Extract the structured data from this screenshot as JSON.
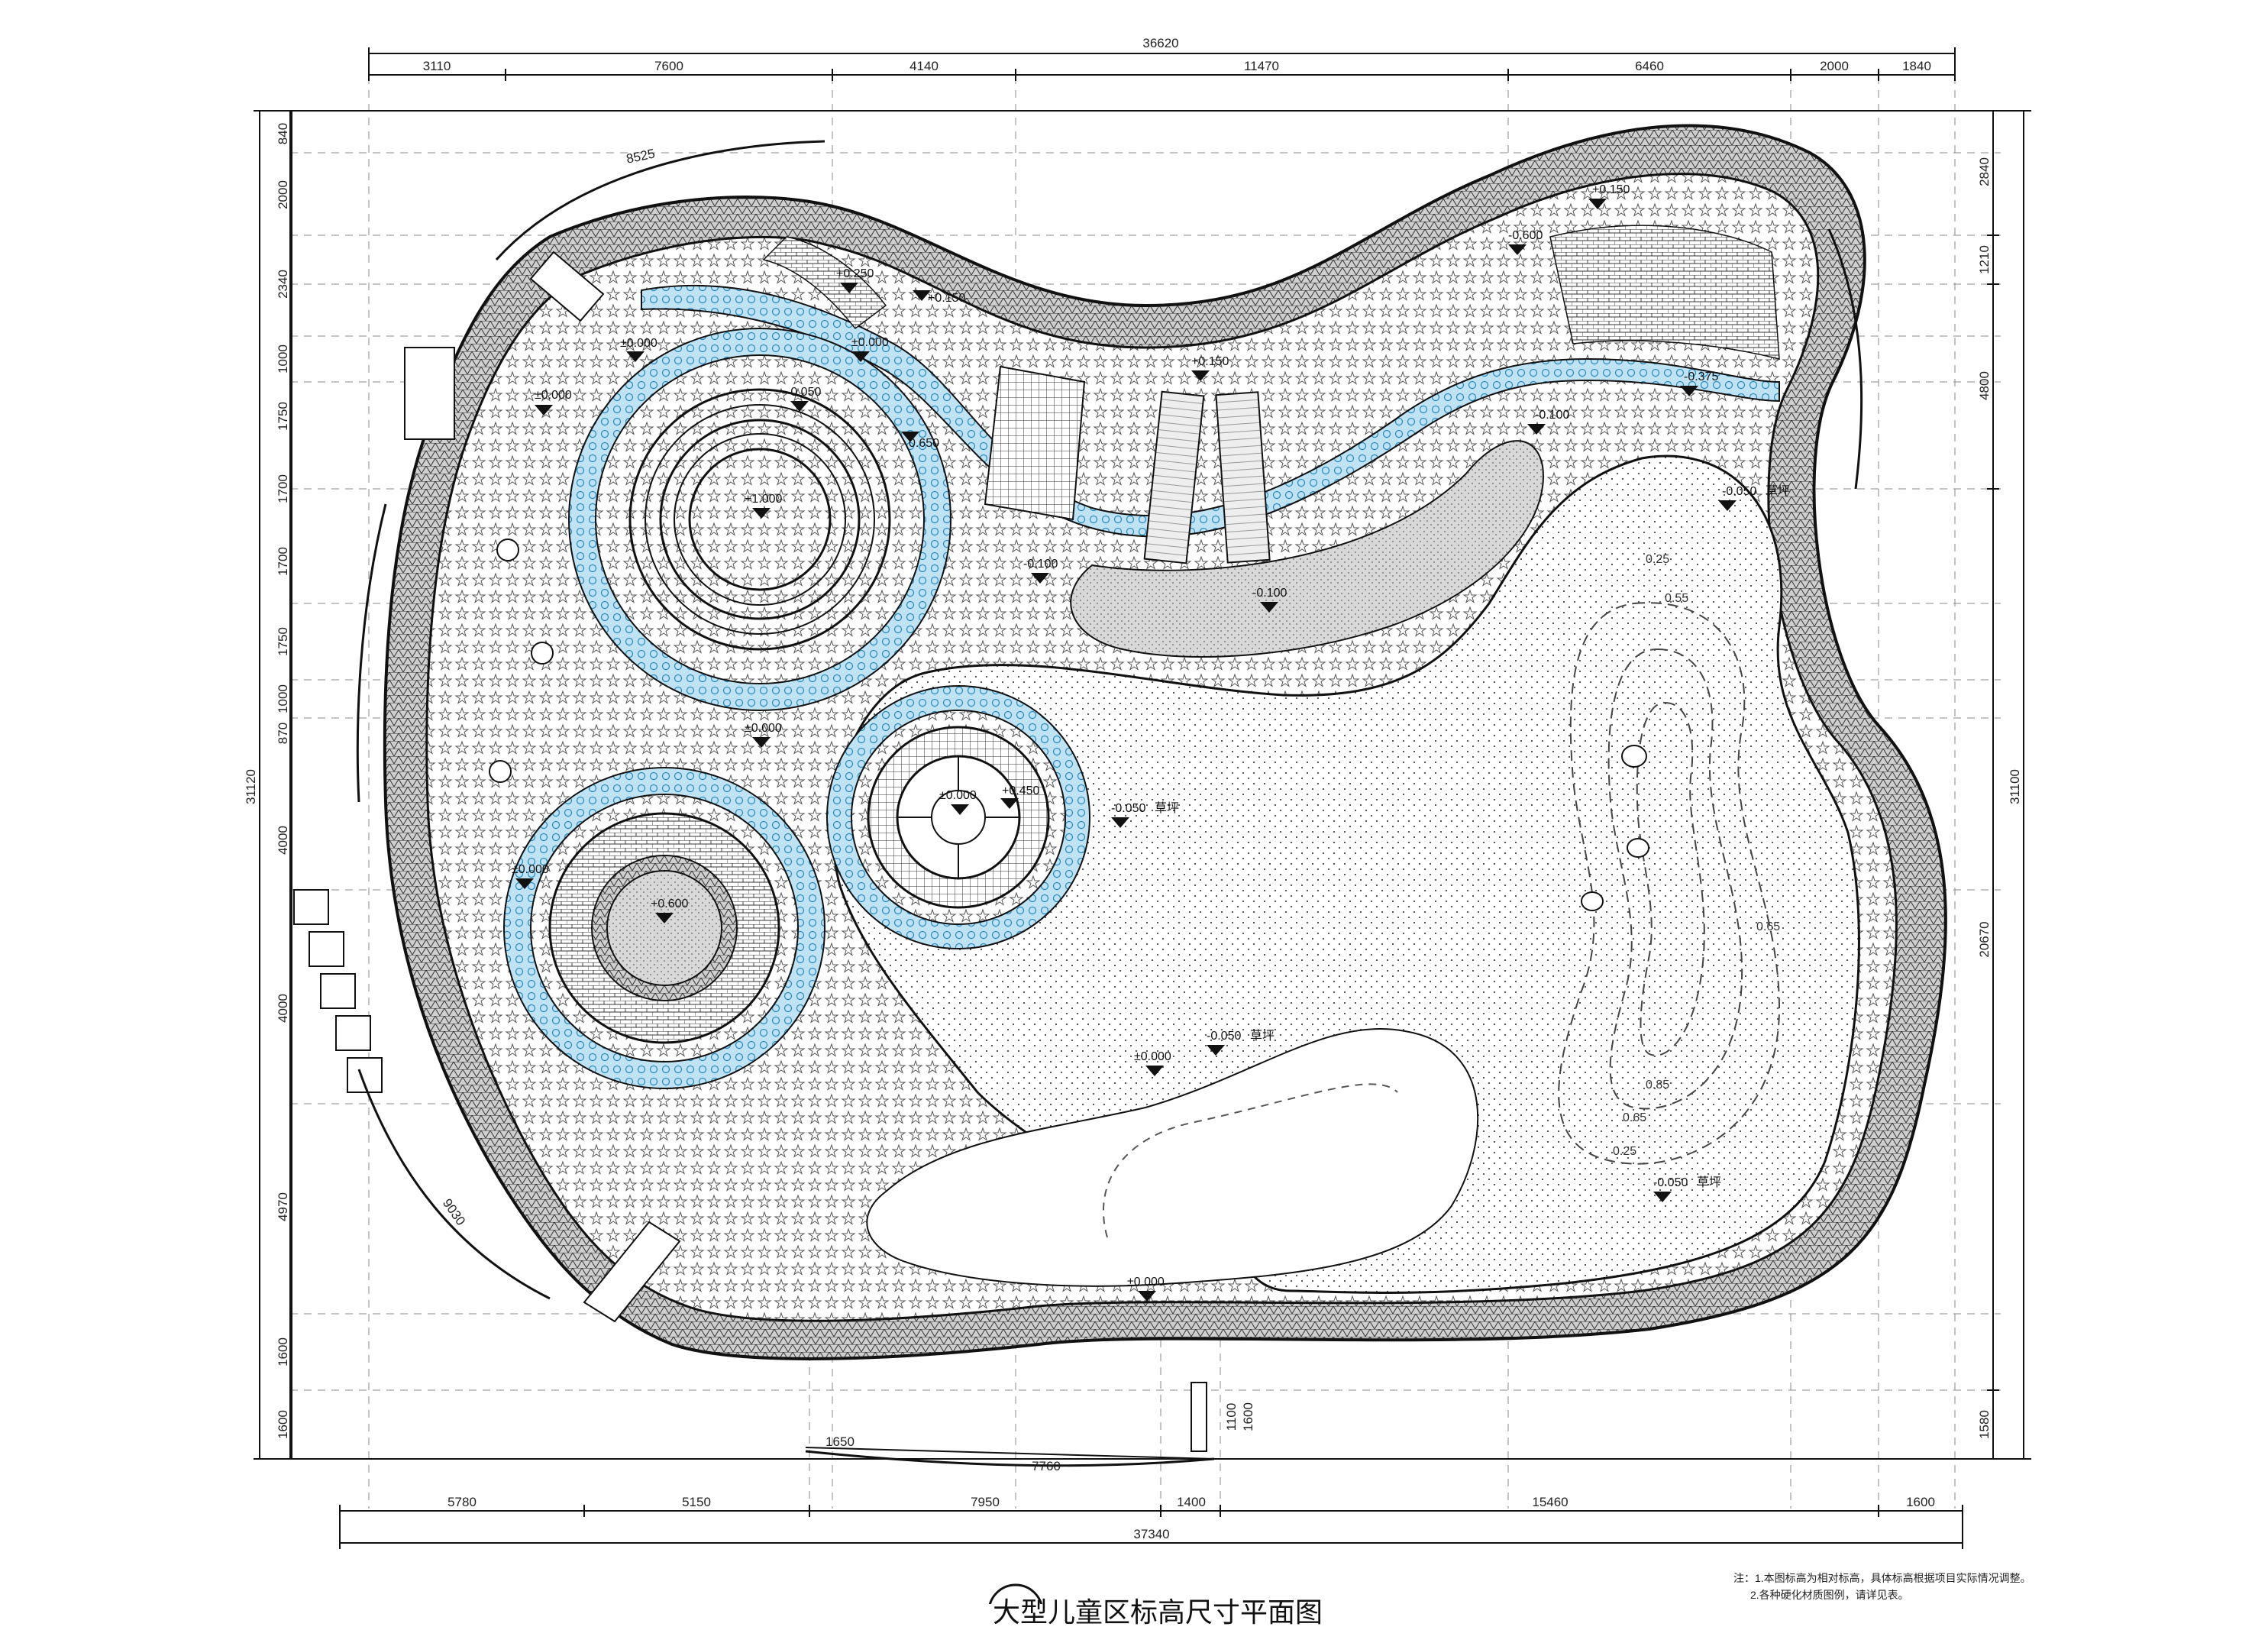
{
  "title": "大型儿童区标高尺寸平面图",
  "notes": [
    "注：1.本图标高为相对标高，具体标高根据项目实际情况调整。",
    "2.各种硬化材质图例，请详见表。"
  ],
  "dimensions": {
    "top_total": "36620",
    "top_segments": [
      "3110",
      "7600",
      "4140",
      "11470",
      "6460",
      "2000",
      "1840"
    ],
    "bottom_total": "37340",
    "bottom_segments": [
      "5780",
      "5150",
      "7950",
      "1400",
      "15460",
      "1600"
    ],
    "left_total": "31120",
    "left_segments": [
      "840",
      "2000",
      "2340",
      "1000",
      "1750",
      "1700",
      "1700",
      "1750",
      "1000",
      "870",
      "4000",
      "4000",
      "4970",
      "1600",
      "1600"
    ],
    "right_total": "31100",
    "right_segments": [
      "2840",
      "1210",
      "4800",
      "20670",
      "1580"
    ],
    "inner_labels": [
      "8525",
      "9030",
      "1650",
      "7760",
      "1100",
      "1600"
    ]
  },
  "elevations": [
    "±0.000",
    "±0.000",
    "±0.000",
    "±0.000",
    "±0.000",
    "±0.000",
    "±0.000",
    "+1.000",
    "-0.100",
    "-0.100",
    "+0.600",
    "-0.050",
    "-0.050",
    "-0.050",
    "-0.050",
    "-0.050",
    "+0.250",
    "+0.150",
    "+0.150",
    "-0.600",
    "+0.150",
    "0.650",
    "+0.450",
    "-0.375",
    "-0.100",
    "±0.000"
  ],
  "elevation_suffix": "草坪",
  "contours": [
    "0.25",
    "0.55",
    "0.65",
    "0.85",
    "0.65",
    "0.25"
  ],
  "colors": {
    "line": "#111111",
    "water": "#7ec3e6",
    "paper": "#ffffff"
  }
}
